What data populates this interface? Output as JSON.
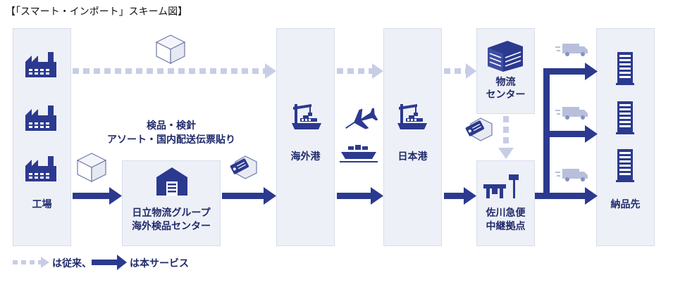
{
  "title": "【「スマート・インポート」スキーム図】",
  "labels": {
    "factory": "工場",
    "inspection_line1": "検品・検針",
    "inspection_line2": "アソート・国内配送伝票貼り",
    "hitachi_line1": "日立物流グループ",
    "hitachi_line2": "海外検品センター",
    "overseas_port": "海外港",
    "japan_port": "日本港",
    "logistics_line1": "物流",
    "logistics_line2": "センター",
    "sagawa_line1": "佐川急便",
    "sagawa_line2": "中継拠点",
    "destination": "納品先"
  },
  "legend": {
    "conventional": "は従来、",
    "service": "は本サービス"
  },
  "colors": {
    "navy": "#2b3a8f",
    "light": "#c8cde6",
    "panel": "#eef0f7"
  }
}
